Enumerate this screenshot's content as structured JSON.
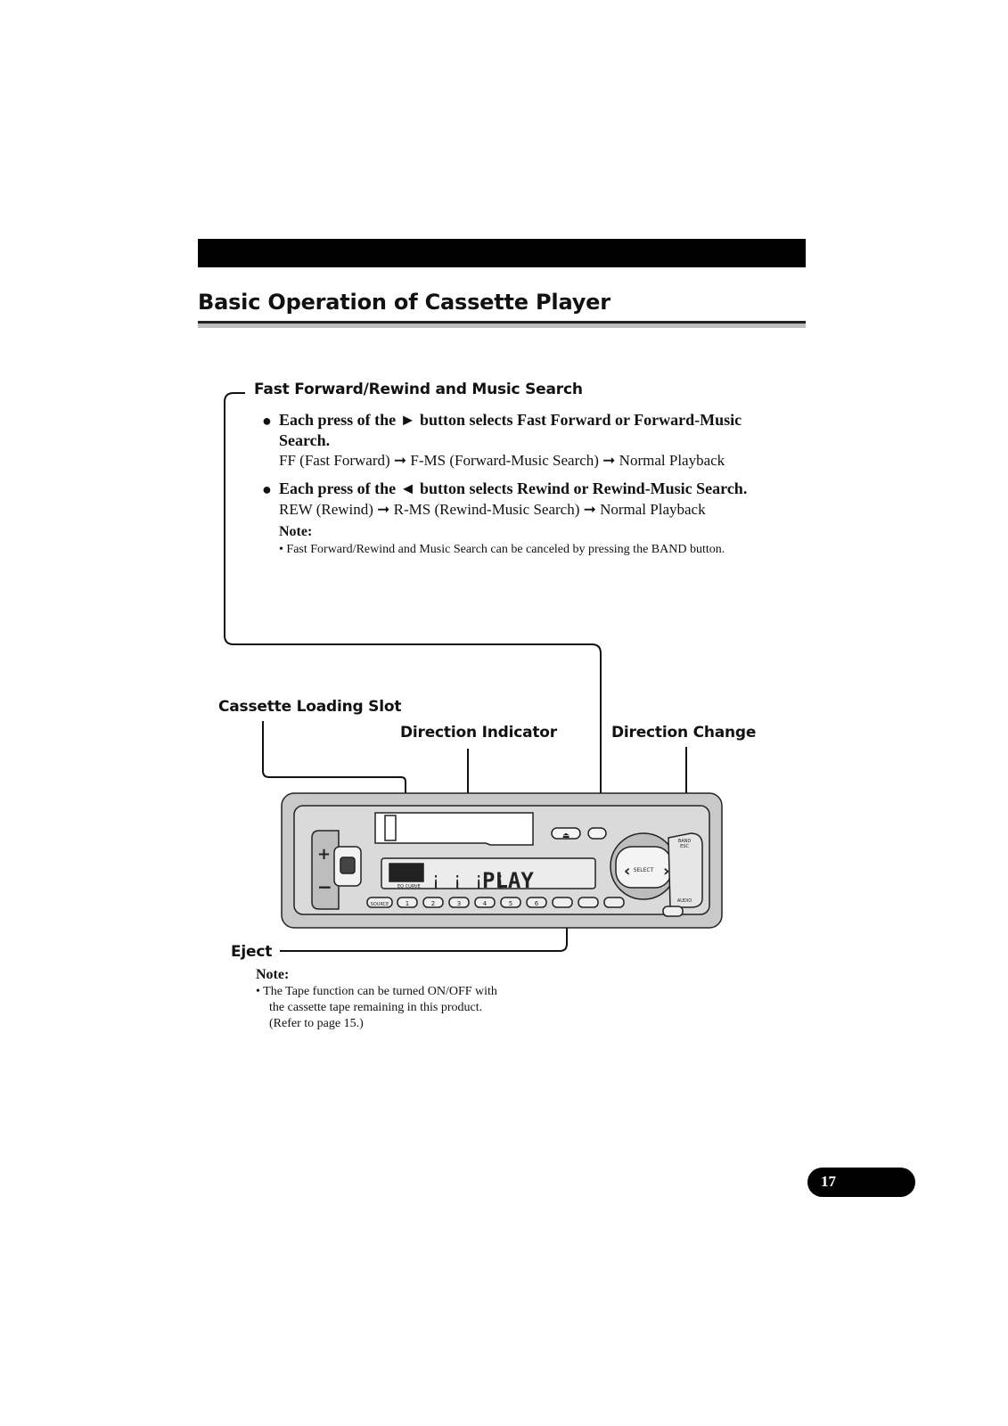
{
  "page": {
    "title": "Basic Operation of Cassette Player",
    "page_number": "17"
  },
  "fast_forward": {
    "heading": "Fast Forward/Rewind and Music Search",
    "bullets": [
      {
        "text": "Each press of the ► button selects Fast Forward or Forward-Music Search.",
        "sequence": "FF (Fast Forward) ➞ F-MS (Forward-Music Search) ➞ Normal Playback"
      },
      {
        "text": "Each press of the ◄ button selects Rewind or Rewind-Music Search.",
        "sequence": "REW (Rewind) ➞ R-MS (Rewind-Music Search) ➞ Normal Playback"
      }
    ],
    "note_label": "Note:",
    "note_item": "• Fast Forward/Rewind and Music Search can be canceled by pressing the BAND button."
  },
  "callouts": {
    "loading_slot": "Cassette Loading Slot",
    "direction_indicator": "Direction Indicator",
    "direction_change": "Direction Change",
    "eject": "Eject"
  },
  "device": {
    "display_text": "PLAY",
    "eq_label": "EQ CURVE",
    "select_label": "SELECT",
    "source_label": "SOURCE",
    "band_label": "BAND",
    "esc_label": "ESC",
    "audio_label": "AUDIO",
    "preset_buttons": [
      "1",
      "2",
      "3",
      "4",
      "5",
      "6"
    ]
  },
  "bottom_note": {
    "label": "Note:",
    "lines": [
      "• The Tape function can be turned ON/OFF with",
      "the cassette tape remaining in this product.",
      "(Refer to page 15.)"
    ]
  }
}
